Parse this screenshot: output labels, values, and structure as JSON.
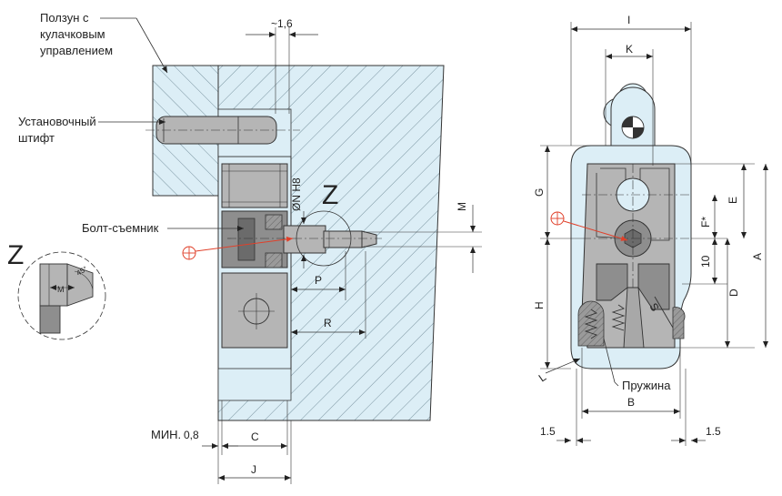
{
  "labels": {
    "slider": [
      "Ползун с",
      "кулачковым",
      "управлением"
    ],
    "pin": [
      "Установочный",
      "штифт"
    ],
    "bolt": "Болт-съемник",
    "spring": "Пружина",
    "z_main": "Z",
    "z_detail": "Z"
  },
  "dimensions": {
    "gap": "~1,6",
    "bore": "ØN H8",
    "m": "M",
    "p": "P",
    "r": "R",
    "min_prefix": "МИН.",
    "min_value": "0,8",
    "c": "C",
    "j": "J",
    "detail_m": "M",
    "detail_angle": "45°",
    "i": "I",
    "k": "K",
    "g": "G",
    "e": "E",
    "f": "F*",
    "ten": "10",
    "a": "A",
    "d": "D",
    "h": "H",
    "s": "S",
    "l": "L",
    "b": "B",
    "left_gap": "1.5",
    "right_gap": "1.5"
  },
  "colors": {
    "fill_light": "#dceef6",
    "fill_gray": "#b5b5b5",
    "fill_dark": "#8e8e8e",
    "red_line": "#e0402a",
    "ink": "#222222"
  }
}
